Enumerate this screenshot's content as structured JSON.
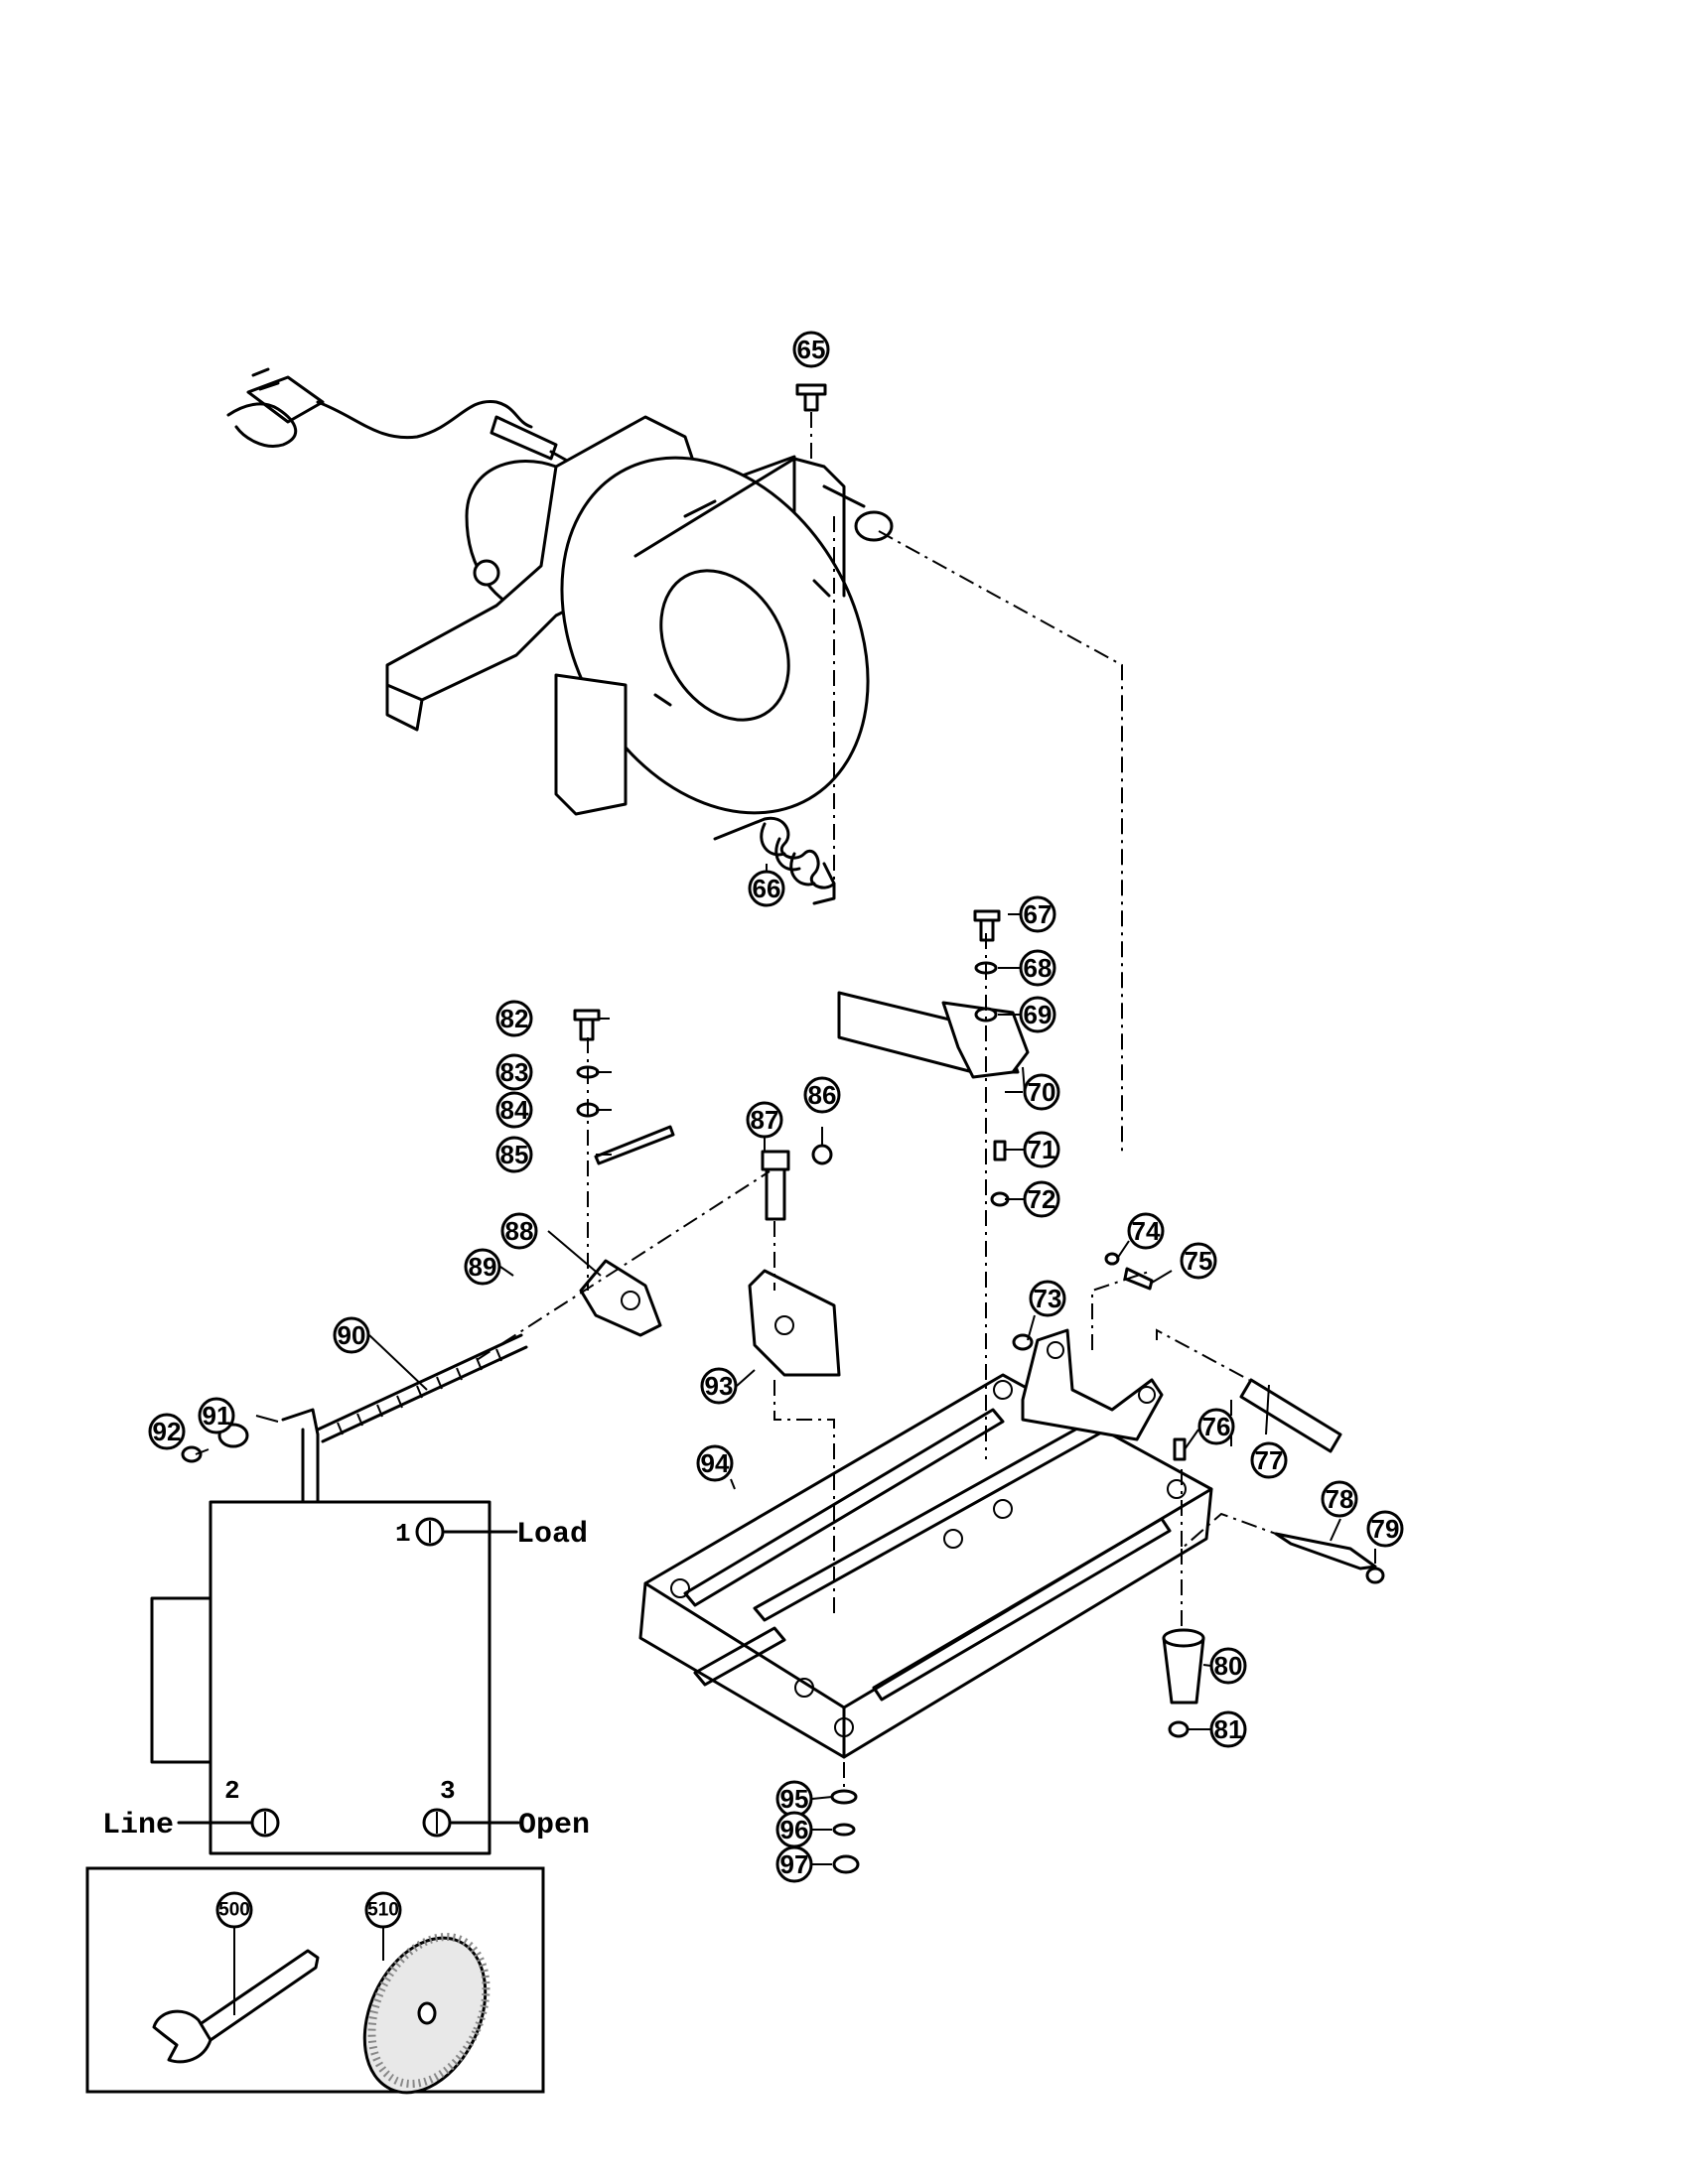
{
  "callouts": {
    "c65": "65",
    "c66": "66",
    "c67": "67",
    "c68": "68",
    "c69": "69",
    "c70": "70",
    "c71": "71",
    "c72": "72",
    "c73": "73",
    "c74": "74",
    "c75": "75",
    "c76": "76",
    "c77": "77",
    "c78": "78",
    "c79": "79",
    "c80": "80",
    "c81": "81",
    "c82": "82",
    "c83": "83",
    "c84": "84",
    "c85": "85",
    "c86": "86",
    "c87": "87",
    "c88": "88",
    "c89": "89",
    "c90": "90",
    "c91": "91",
    "c92": "92",
    "c93": "93",
    "c94": "94",
    "c95": "95",
    "c96": "96",
    "c97": "97",
    "c500": "500",
    "c510": "510"
  },
  "wiring": {
    "terminal_1": "1",
    "terminal_2": "2",
    "terminal_3": "3",
    "label_load": "Load",
    "label_line": "Line",
    "label_open": "Open"
  }
}
